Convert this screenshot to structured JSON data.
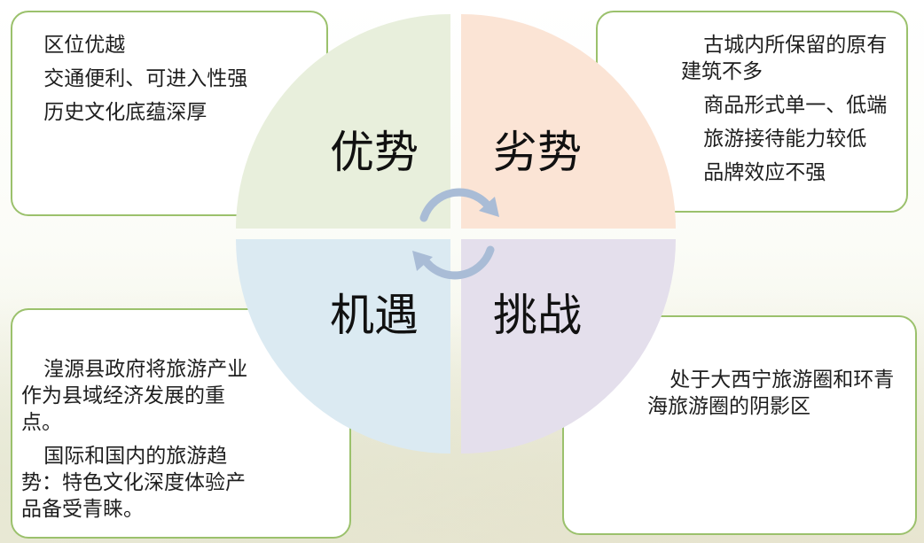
{
  "quadrants": {
    "strengths": {
      "title": "优势",
      "items": [
        "区位优越",
        "交通便利、可进入性强",
        "历史文化底蕴深厚"
      ],
      "color": "#e8efdc"
    },
    "weaknesses": {
      "title": "劣势",
      "items": [
        "古城内所保留的原有建筑不多",
        "商品形式单一、低端",
        "旅游接待能力较低",
        "品牌效应不强"
      ],
      "color": "#fbe4d5"
    },
    "opportunities": {
      "title": "机遇",
      "items": [
        "湟源县政府将旅游产业作为县域经济发展的重点。",
        "国际和国内的旅游趋势：特色文化深度体验产品备受青睐。"
      ],
      "color": "#dbeaf2"
    },
    "threats": {
      "title": "挑战",
      "items": [
        "处于大西宁旅游圈和环青海旅游圈的阴影区"
      ],
      "color": "#e4dfec"
    }
  },
  "colors": {
    "box_border": "#9bc16c",
    "arrow": "#a9bcd6"
  }
}
